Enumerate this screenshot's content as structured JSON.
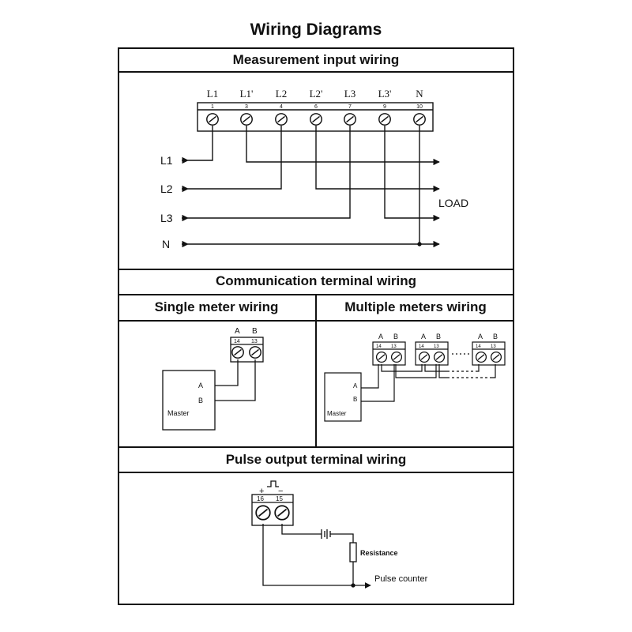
{
  "page": {
    "title": "Wiring Diagrams"
  },
  "sections": {
    "measurement": {
      "heading": "Measurement input wiring",
      "terminal_labels": [
        "L1",
        "L1'",
        "L2",
        "L2'",
        "L3",
        "L3'",
        "N"
      ],
      "terminal_numbers": [
        "1",
        "3",
        "4",
        "6",
        "7",
        "9",
        "10"
      ],
      "input_lines": [
        "L1",
        "L2",
        "L3",
        "N"
      ],
      "load_label": "LOAD"
    },
    "communication": {
      "heading": "Communication terminal wiring",
      "single": {
        "heading": "Single meter wiring",
        "terminal_labels": [
          "A",
          "B"
        ],
        "terminal_numbers": [
          "14",
          "13"
        ],
        "master_label": "Master",
        "master_pins": [
          "A",
          "B"
        ]
      },
      "multiple": {
        "heading": "Multiple meters wiring",
        "terminal_labels": [
          "A",
          "B"
        ],
        "terminal_numbers": [
          "14",
          "13"
        ],
        "master_label": "Master",
        "master_pins": [
          "A",
          "B"
        ]
      }
    },
    "pulse": {
      "heading": "Pulse output terminal wiring",
      "polarity": [
        "+",
        "−"
      ],
      "terminal_numbers": [
        "16",
        "15"
      ],
      "resistance_label": "Resistance",
      "counter_label": "Pulse counter"
    }
  }
}
